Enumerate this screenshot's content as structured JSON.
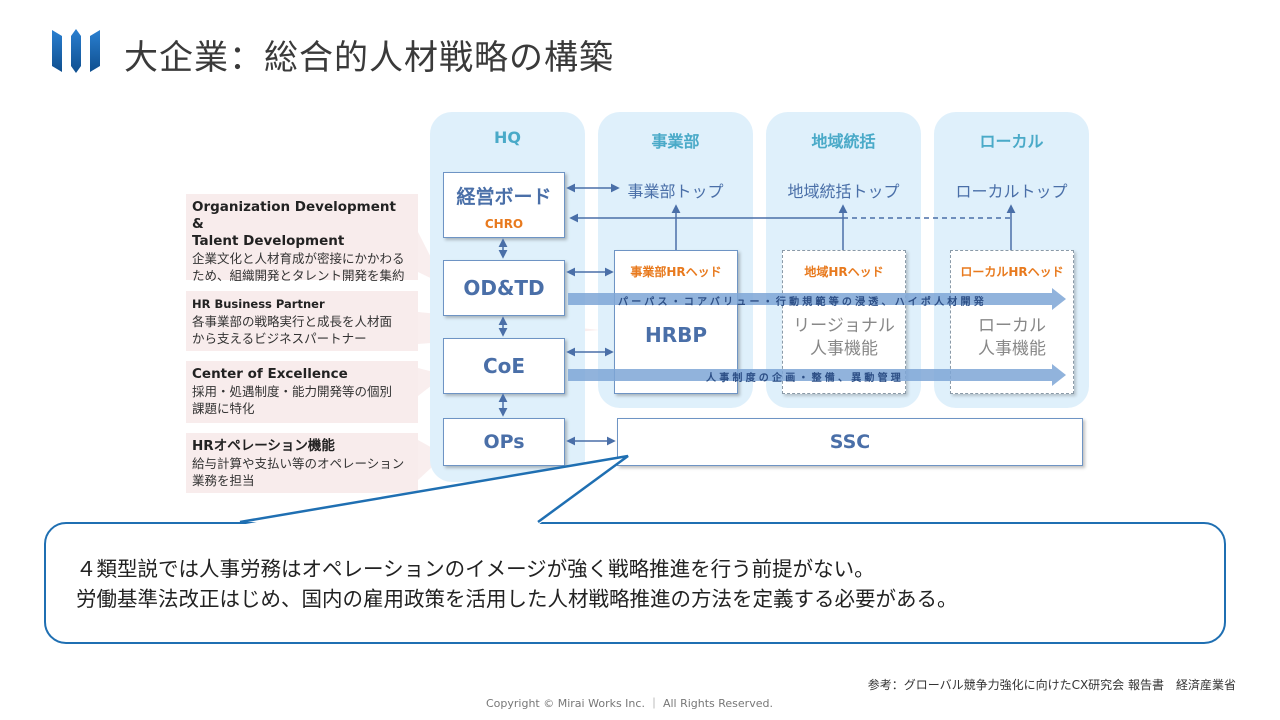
{
  "header": {
    "logo": "company-logo",
    "title": "大企業：総合的人材戦略の構築"
  },
  "columns": [
    {
      "id": "hq",
      "label": "HQ"
    },
    {
      "id": "business",
      "label": "事業部"
    },
    {
      "id": "regional",
      "label": "地域統括"
    },
    {
      "id": "local",
      "label": "ローカル"
    }
  ],
  "hq_boxes": {
    "board": {
      "label": "経営ボード",
      "sub": "CHRO"
    },
    "odtd": {
      "label": "OD&TD"
    },
    "coe": {
      "label": "CoE"
    },
    "ops": {
      "label": "OPs"
    }
  },
  "tops": {
    "business": "事業部トップ",
    "regional": "地域統括トップ",
    "local": "ローカルトップ"
  },
  "hr_units": {
    "business": {
      "head": "事業部HRヘッド",
      "function": "HRBP"
    },
    "regional": {
      "head": "地域HRヘッド",
      "function_line1": "リージョナル",
      "function_line2": "人事機能"
    },
    "local": {
      "head": "ローカルHRヘッド",
      "function_line1": "ローカル",
      "function_line2": "人事機能"
    }
  },
  "ssc": {
    "label": "SSC"
  },
  "bands": {
    "top": "パーパス・コアバリュー・行動規範等の浸透、ハイポ人材開発",
    "bottom": "人事制度の企画・整備、異動管理"
  },
  "descriptions": [
    {
      "title_line1": "Organization Development &",
      "title_line2": "Talent Development",
      "body_line1": "企業文化と人材育成が密接にかかわる",
      "body_line2": "ため、組織開発とタレント開発を集約"
    },
    {
      "title_line1": "HR Business Partner",
      "body_line1": "各事業部の戦略実行と成長を人材面",
      "body_line2": "から支えるビジネスパートナー"
    },
    {
      "title_line1": "Center of Excellence",
      "body_line1": "採用・処遇制度・能力開発等の個別",
      "body_line2": "課題に特化"
    },
    {
      "title_line1": "HRオペレーション機能",
      "body_line1": "給与計算や支払い等のオペレーション",
      "body_line2": "業務を担当"
    }
  ],
  "callout": {
    "line1": "４類型説では人事労務はオペレーションのイメージが強く戦略推進を行う前提がない。",
    "line2": "労働基準法改正はじめ、国内の雇用政策を活用した人材戦略推進の方法を定義する必要がある。"
  },
  "footer": {
    "reference": "参考：グローバル競争力強化に向けたCX研究会 報告書　経済産業省",
    "copyright": "Copyright © Mirai Works Inc. ｜ All Rights Reserved."
  },
  "colors": {
    "brand_blue": "#1f6fb2",
    "column_bg": "#dff0fb",
    "column_header": "#4aaac8",
    "box_text": "#4a6fa8",
    "hr_head": "#e87a1e",
    "band": "#7ea6d6",
    "pink": "#f8ecec"
  }
}
